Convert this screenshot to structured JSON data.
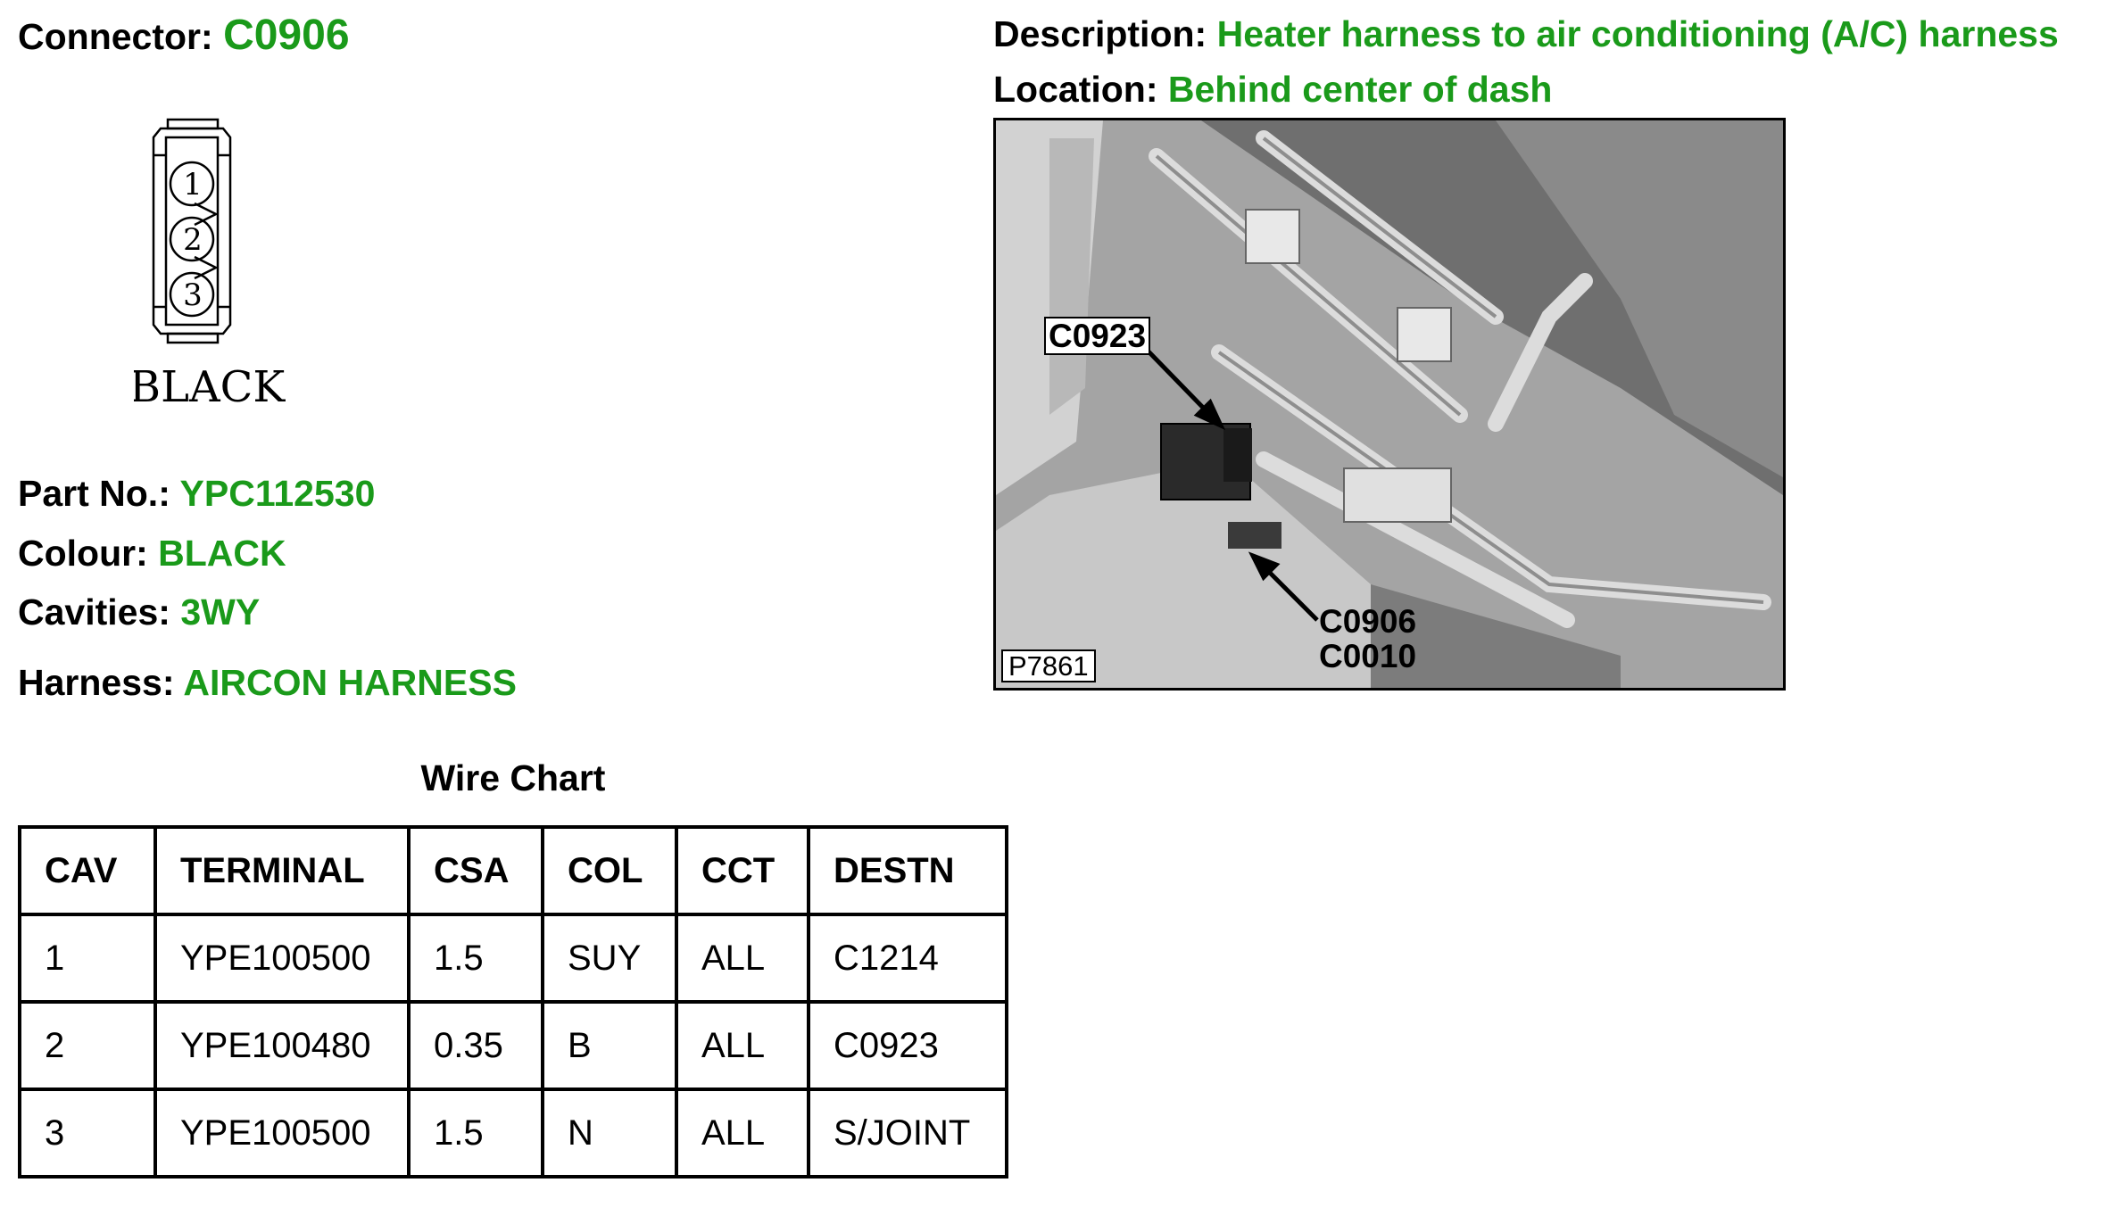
{
  "connector": {
    "label": "Connector:",
    "value": "C0906"
  },
  "description": {
    "label": "Description:",
    "value": "Heater harness to air conditioning (A/C) harness"
  },
  "location": {
    "label": "Location:",
    "value": "Behind center of dash"
  },
  "connector_face": {
    "cavities": [
      "1",
      "2",
      "3"
    ],
    "colour_label": "BLACK"
  },
  "part_no": {
    "label": "Part No.:",
    "value": "YPC112530"
  },
  "colour": {
    "label": "Colour:",
    "value": "BLACK"
  },
  "cavities": {
    "label": "Cavities:",
    "value": "3WY"
  },
  "harness": {
    "label": "Harness:",
    "value": "AIRCON HARNESS"
  },
  "wire_chart": {
    "title": "Wire Chart",
    "headers": [
      "CAV",
      "TERMINAL",
      "CSA",
      "COL",
      "CCT",
      "DESTN"
    ],
    "rows": [
      [
        "1",
        "YPE100500",
        "1.5",
        "SUY",
        "ALL",
        "C1214"
      ],
      [
        "2",
        "YPE100480",
        "0.35",
        "B",
        "ALL",
        "C0923"
      ],
      [
        "3",
        "YPE100500",
        "1.5",
        "N",
        "ALL",
        "S/JOINT"
      ]
    ]
  },
  "photo": {
    "callout_top": "C0923",
    "callout_bottom_1": "C0906",
    "callout_bottom_2": "C0010",
    "reference": "P7861"
  }
}
